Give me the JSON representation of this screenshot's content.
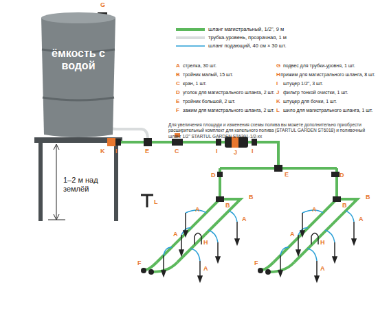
{
  "diagram": {
    "nodes": [
      {
        "text": [
          "ёмкость с водой"
        ]
      }
    ],
    "edges": [],
    "labels": [
      "A",
      "стрелка, 30 шт.",
      "B",
      "тройник малый, 15 шт.",
      "C",
      "кран, 1 шт.",
      "D",
      "уголок для магистрального шланга, 2 шт.",
      "E",
      "тройник большой, 2 шт.",
      "F",
      "зажим для магистрального шланга, 2 шт.",
      "G",
      "подвес для трубки-уровня, 1 шт.",
      "H",
      "прижим для магистрального шланга, 8 шт.",
      "I",
      "штуцер 1/2\", 3 шт.",
      "J",
      "фильтр тонкой очистки, 1 шт.",
      "K",
      "штуцер для бочки, 1 шт.",
      "L",
      "шило для магистрального шланга, 1 шт.",
      "Для увеличения площади и изменения схемы полива вы можете дополнительно приобрести расширительный комплект для капельного полива (STARTUL GARDEN ST6018) и поливочный шланг 1/2\" STARTUL GARDEN ST6201-1/2-хх",
      "1–2 м над землёй",
      "G",
      "K",
      "I",
      "E",
      "C",
      "I",
      "J",
      "I",
      "E",
      "D",
      "D",
      "L",
      "B",
      "A",
      "A",
      "H",
      "B",
      "A",
      "F",
      "A",
      "B",
      "A",
      "A",
      "H",
      "B",
      "A",
      "F",
      "A"
    ],
    "legend": [
      {
        "text": "шланг магистральный, 1/2\", 9 м"
      },
      {
        "text": "трубка-уровень, прозрачная, 1 м"
      },
      {
        "text": "шланг подающий, 40 см × 30 шт."
      }
    ]
  }
}
